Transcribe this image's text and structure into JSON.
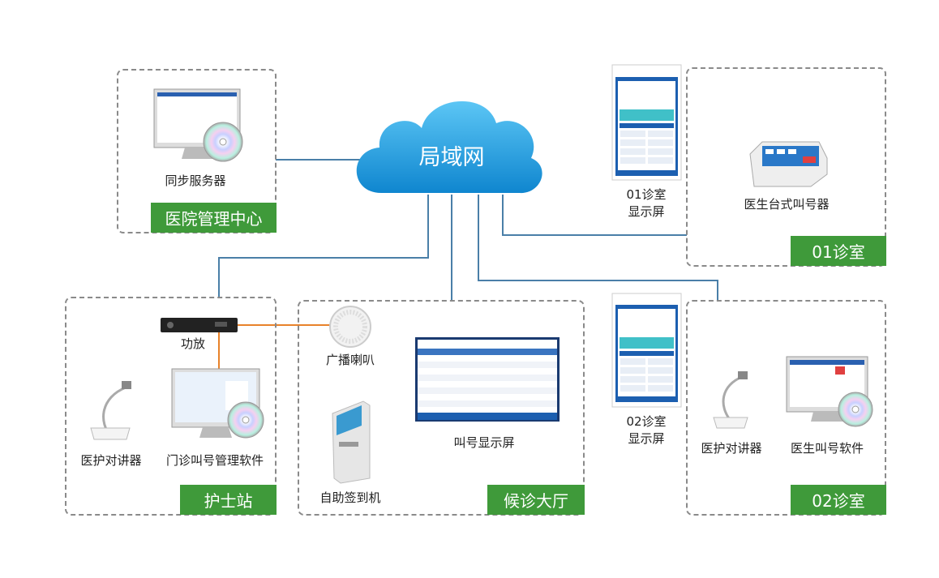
{
  "network": {
    "label": "局域网"
  },
  "zones": {
    "management": {
      "label": "医院管理中心",
      "devices": {
        "server": "同步服务器"
      }
    },
    "room01": {
      "label": "01诊室",
      "devices": {
        "display_line1": "01诊室",
        "display_line2": "显示屏",
        "desk_caller": "医生台式叫号器"
      }
    },
    "nurse": {
      "label": "护士站",
      "devices": {
        "amp": "功放",
        "intercom": "医护对讲器",
        "software": "门诊叫号管理软件"
      }
    },
    "hall": {
      "label": "候诊大厅",
      "devices": {
        "speaker": "广播喇叭",
        "call_display": "叫号显示屏",
        "kiosk": "自助签到机"
      }
    },
    "room02": {
      "label": "02诊室",
      "devices": {
        "display_line1": "02诊室",
        "display_line2": "显示屏",
        "intercom": "医护对讲器",
        "software": "医生叫号软件"
      }
    }
  },
  "colors": {
    "accent": "#3f9a3a",
    "line": "#4a7fa8",
    "audio_line": "#e8822a",
    "cloud": "#1f9fe0"
  }
}
